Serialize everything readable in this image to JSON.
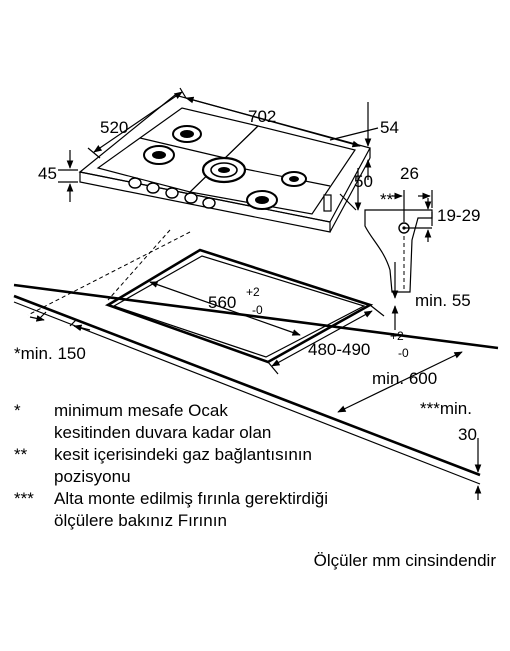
{
  "dimensions": {
    "width_hob": "520",
    "depth_hob": "702",
    "top_depth": "54",
    "height_hob": "45",
    "side_50": "50",
    "side_26": "26",
    "double_star": "**",
    "range_19_29": "19-29",
    "cutout_width": "560",
    "cutout_width_tol_plus": "+2",
    "cutout_width_tol_minus": "-0",
    "cutout_depth": "480-490",
    "cutout_depth_tol_plus": "+2",
    "cutout_depth_tol_minus": "-0",
    "min_55": "min. 55",
    "min_150": "*min. 150",
    "min_600": "min. 600",
    "min_30_a": "***min.",
    "min_30_b": "30"
  },
  "notes": [
    {
      "mark": "*",
      "lines": [
        "minimum mesafe Ocak",
        "kesitinden duvara kadar olan"
      ]
    },
    {
      "mark": "**",
      "lines": [
        "kesit içerisindeki gaz bağlantısının",
        "pozisyonu"
      ]
    },
    {
      "mark": "***",
      "lines": [
        "Alta monte edilmiş fırınla gerektirdiği",
        "ölçülere bakınız Fırının"
      ]
    }
  ],
  "unit_note": "Ölçüler mm cinsindendir"
}
